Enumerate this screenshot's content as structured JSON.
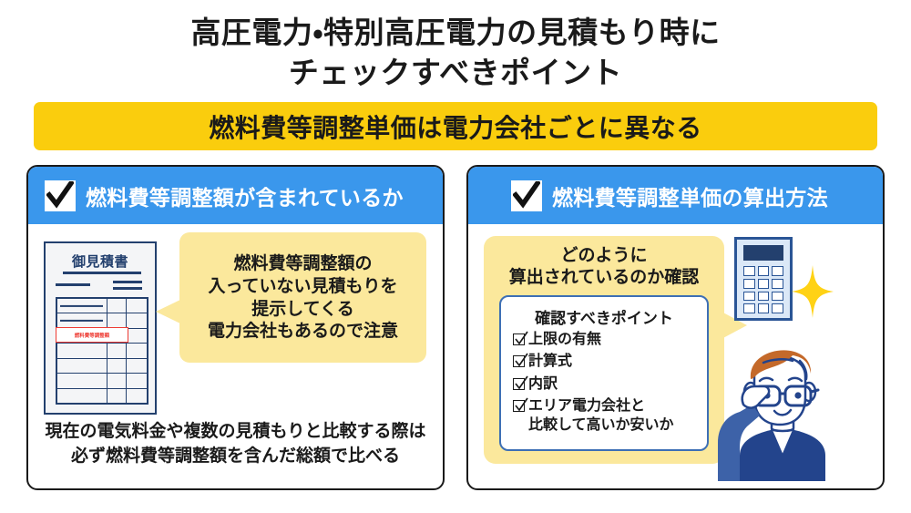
{
  "title": "高圧電力・特別高圧電力の見積もり時に\nチェックすべきポイント",
  "banner": {
    "text": "燃料費等調整単価は電力会社ごとに異なる",
    "bg_color": "#facd0d"
  },
  "theme": {
    "header_blue": "#3a97ec",
    "panel_yellow": "#fbe89c",
    "navy": "#23406e",
    "red": "#ee3b33",
    "card_border": "#1a1a1a"
  },
  "left_card": {
    "header_title": "燃料費等調整額が含まれているか",
    "checkbox_icon": "checkmark-icon",
    "document": {
      "title": "御見積書",
      "highlight_label": "燃料費等調整額",
      "row_count": 7,
      "highlight_row_index": 3
    },
    "callout": {
      "text": "燃料費等調整額の\n入っていない見積もりを\n提示してくる\n電力会社もあるので注意"
    },
    "caption": "現在の電気料金や複数の見積もりと比較する際は\n必ず燃料費等調整額を含んだ総額で比べる"
  },
  "right_card": {
    "header_title": "燃料費等調整単価の算出方法",
    "checkbox_icon": "checkmark-icon",
    "panel_heading": "どのように\n算出されているのか確認",
    "checklist": {
      "title": "確認すべきポイント",
      "items": [
        {
          "label": "上限の有無"
        },
        {
          "label": "計算式"
        },
        {
          "label": "内訳"
        },
        {
          "label": "エリア電力会社と\n比較して高いか安いか"
        }
      ]
    },
    "calculator_icon": "calculator-icon",
    "sparkle_icon": "sparkle-icon",
    "person_icon": "person-with-glasses-icon"
  }
}
